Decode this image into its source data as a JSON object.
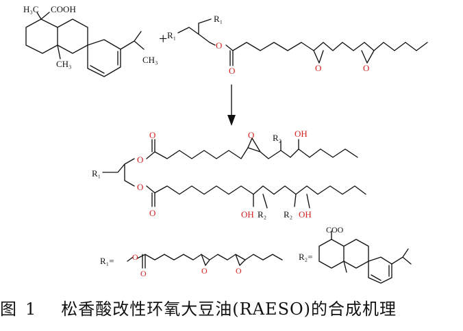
{
  "labels": {
    "h3c": "H₃C",
    "cooh": "COOH",
    "ch3": "CH₃",
    "ch3_iso": "CH₃",
    "plus": "+",
    "r1": "R₁",
    "r2": "R₂",
    "o": "O",
    "oh": "OH",
    "coo": "COO",
    "r1_def": "R₁=",
    "r2_def": "R₂="
  },
  "caption": {
    "figure": "图",
    "number": "1",
    "title": "松香酸改性环氧大豆油(RAESO)的合成机理"
  },
  "colors": {
    "heteroatom": "#d42020",
    "ink": "#111111"
  }
}
